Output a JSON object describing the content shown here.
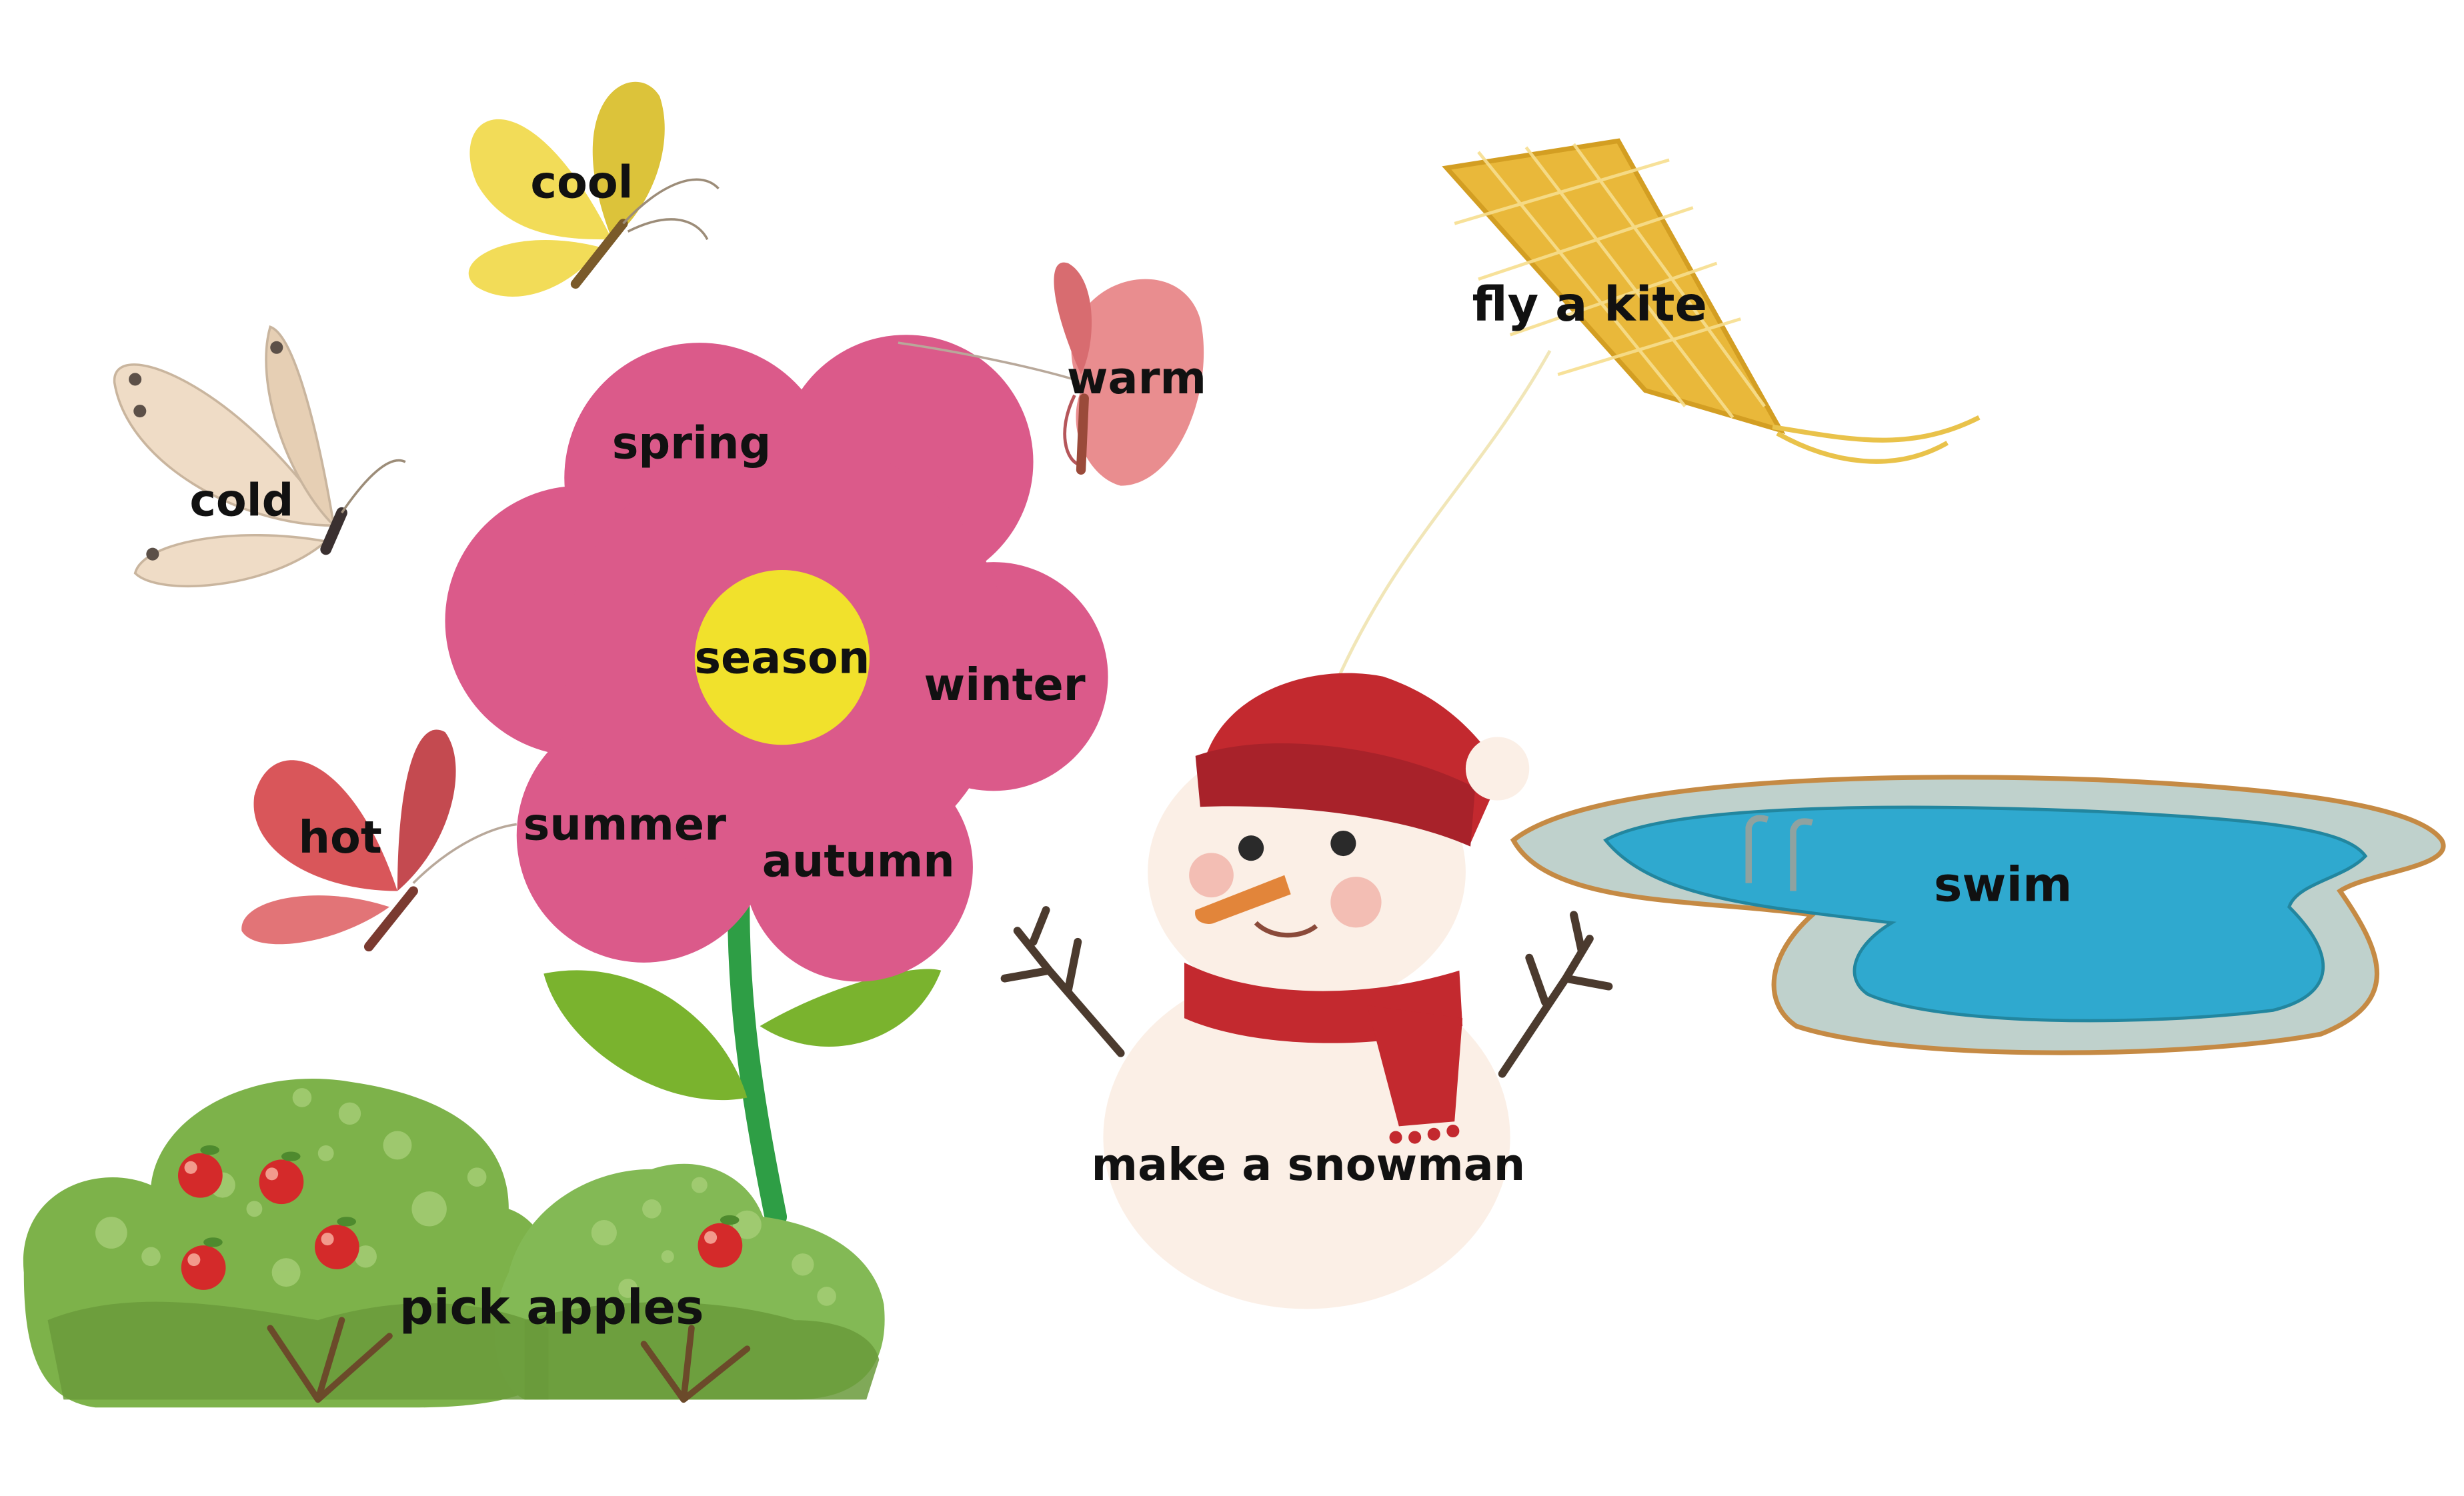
{
  "center": "season",
  "petals": {
    "spring": "spring",
    "winter": "winter",
    "summer": "summer",
    "autumn": "autumn"
  },
  "butterflies": {
    "cool": "cool",
    "cold": "cold",
    "warm": "warm",
    "hot": "hot"
  },
  "activities": {
    "fly_a_kite": "fly a kite",
    "swim": "swim",
    "make_a_snowman": "make a snowman",
    "pick_apples": "pick apples"
  },
  "colors": {
    "petal": "#DB5A8A",
    "center": "#F1E12C",
    "stem": "#2E9E45",
    "leaf": "#7AB32E",
    "kite": "#E9B83A",
    "water": "#2FA9CF",
    "pool_rim": "#BFD1CC",
    "snow": "#FBEFE6",
    "hat": "#C3292F",
    "bush": "#7DB24A",
    "apple": "#D42A2A",
    "butterfly_yellow": "#F2DC58",
    "butterfly_cream": "#EFDCC6",
    "butterfly_pink": "#E98D8F",
    "butterfly_red": "#D9565A"
  }
}
